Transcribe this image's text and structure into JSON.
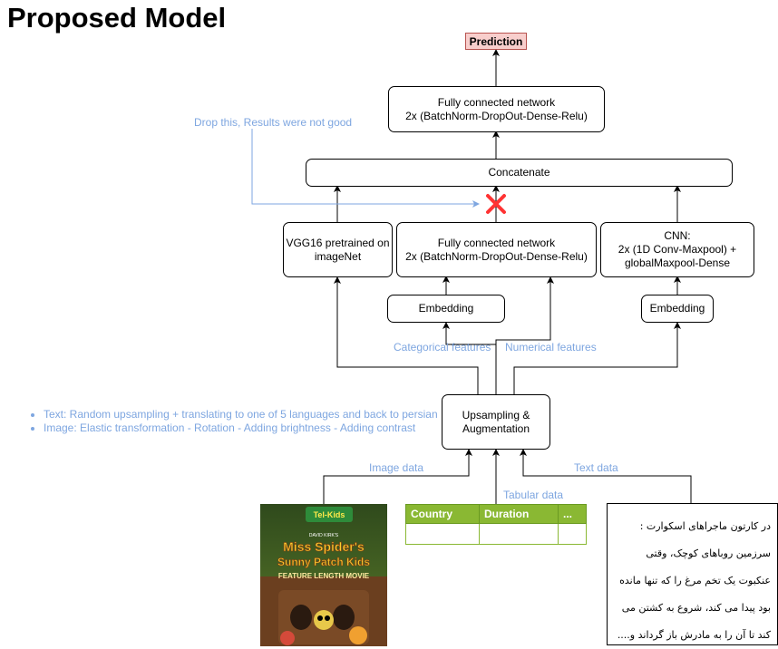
{
  "title": "Proposed Model",
  "nodes": {
    "prediction": "Prediction",
    "fcn_top": "Fully connected network\n2x (BatchNorm-DropOut-Dense-Relu)",
    "concatenate": "Concatenate",
    "vgg": "VGG16 pretrained on\nimageNet",
    "fcn_mid": "Fully connected network\n2x (BatchNorm-DropOut-Dense-Relu)",
    "cnn": "CNN:\n2x (1D Conv-Maxpool) +\nglobalMaxpool-Dense",
    "embedding_left": "Embedding",
    "embedding_right": "Embedding",
    "upsampling": "Upsampling &\nAugmentation"
  },
  "labels": {
    "drop_note": "Drop this, Results were not good",
    "categorical": "Categorical features",
    "numerical": "Numerical features",
    "image_data": "Image data",
    "tabular_data": "Tabular data",
    "text_data": "Text data"
  },
  "bullets": [
    "Text: Random upsampling + translating to one of 5 languages and back to persian",
    "Image: Elastic transformation - Rotation - Adding brightness - Adding contrast"
  ],
  "table": {
    "headers": [
      "Country",
      "Duration",
      "..."
    ]
  },
  "poster": {
    "brand": "Tel-Kids",
    "author": "DAVID KIRK'S",
    "line1": "Miss Spider's",
    "line2": "Sunny Patch Kids",
    "line3": "FEATURE LENGTH MOVIE"
  },
  "persian_text": "در کارتون ماجراهای اسکوارت : سرزمین روباهای کوچک، وقتی عنکبوت یک تخم مرغ را که تنها مانده بود پیدا می کند، شروع به کشتن می کند تا آن را به مادرش باز گرداند و....",
  "colors": {
    "label": "#7ea6e0",
    "cross": "#ff3333",
    "prediction_fill": "#f8cecc",
    "table_header": "#8ab833"
  }
}
